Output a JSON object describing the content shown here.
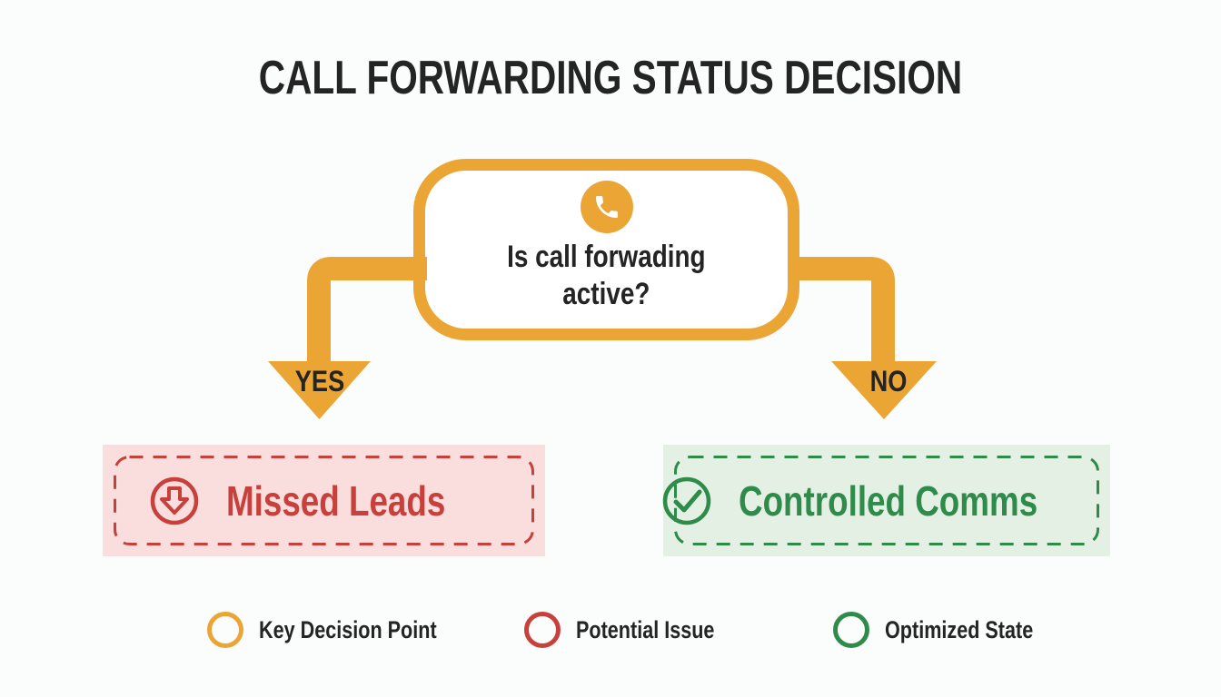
{
  "title": "CALL FORWARDING STATUS DECISION",
  "colors": {
    "yellow": "#EBA534",
    "red": "#C8403C",
    "red_bg": "#F9DEDD",
    "green": "#2E8B4A",
    "green_bg": "#E5F0E4",
    "dark": "#262626"
  },
  "decision_node": {
    "icon": "phone-icon",
    "question_line1": "Is call forwading",
    "question_line2": "active?"
  },
  "branches": {
    "yes_label": "YES",
    "no_label": "NO"
  },
  "outcomes": {
    "negative": {
      "label": "Missed Leads",
      "icon": "arrow-down-circle-icon"
    },
    "positive": {
      "label": "Controlled Comms",
      "icon": "check-circle-icon"
    }
  },
  "legend": [
    {
      "label": "Key Decision Point",
      "color": "#EBA534"
    },
    {
      "label": "Potential Issue",
      "color": "#C8403C"
    },
    {
      "label": "Optimized State",
      "color": "#2E8B4A"
    }
  ]
}
